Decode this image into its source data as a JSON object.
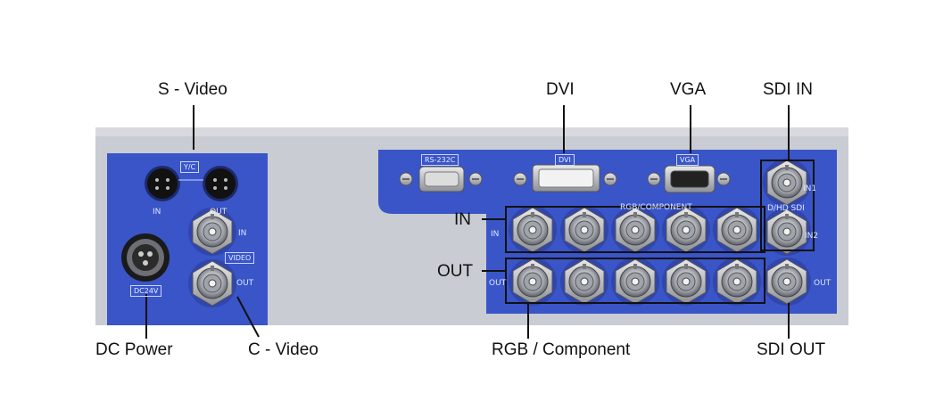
{
  "callouts": {
    "s_video": "S - Video",
    "dvi": "DVI",
    "vga": "VGA",
    "sdi_in": "SDI IN",
    "in": "IN",
    "out": "OUT",
    "dc_power": "DC  Power",
    "c_video": "C - Video",
    "rgb_component": "RGB  /  Component",
    "sdi_out": "SDI OUT"
  },
  "panel": {
    "yc": "Y/C",
    "s_in": "IN",
    "s_out": "OUT",
    "video": "VIDEO",
    "video_in": "IN",
    "video_out": "OUT",
    "dc24v": "DC24V",
    "rs232c": "RS-232C",
    "dvi": "DVI",
    "vga": "VGA",
    "rgb_component": "RGB/COMPONENT",
    "sdi": "D/HD SDI",
    "bnc_in": "IN",
    "bnc_out": "OUT",
    "sdi_in1": "IN1",
    "sdi_in2": "IN2",
    "sdi_out": "OUT"
  },
  "colors": {
    "panel_blue": "#3a55c8",
    "chassis_grey": "#c9ccd3",
    "callout_box": "#111111"
  }
}
